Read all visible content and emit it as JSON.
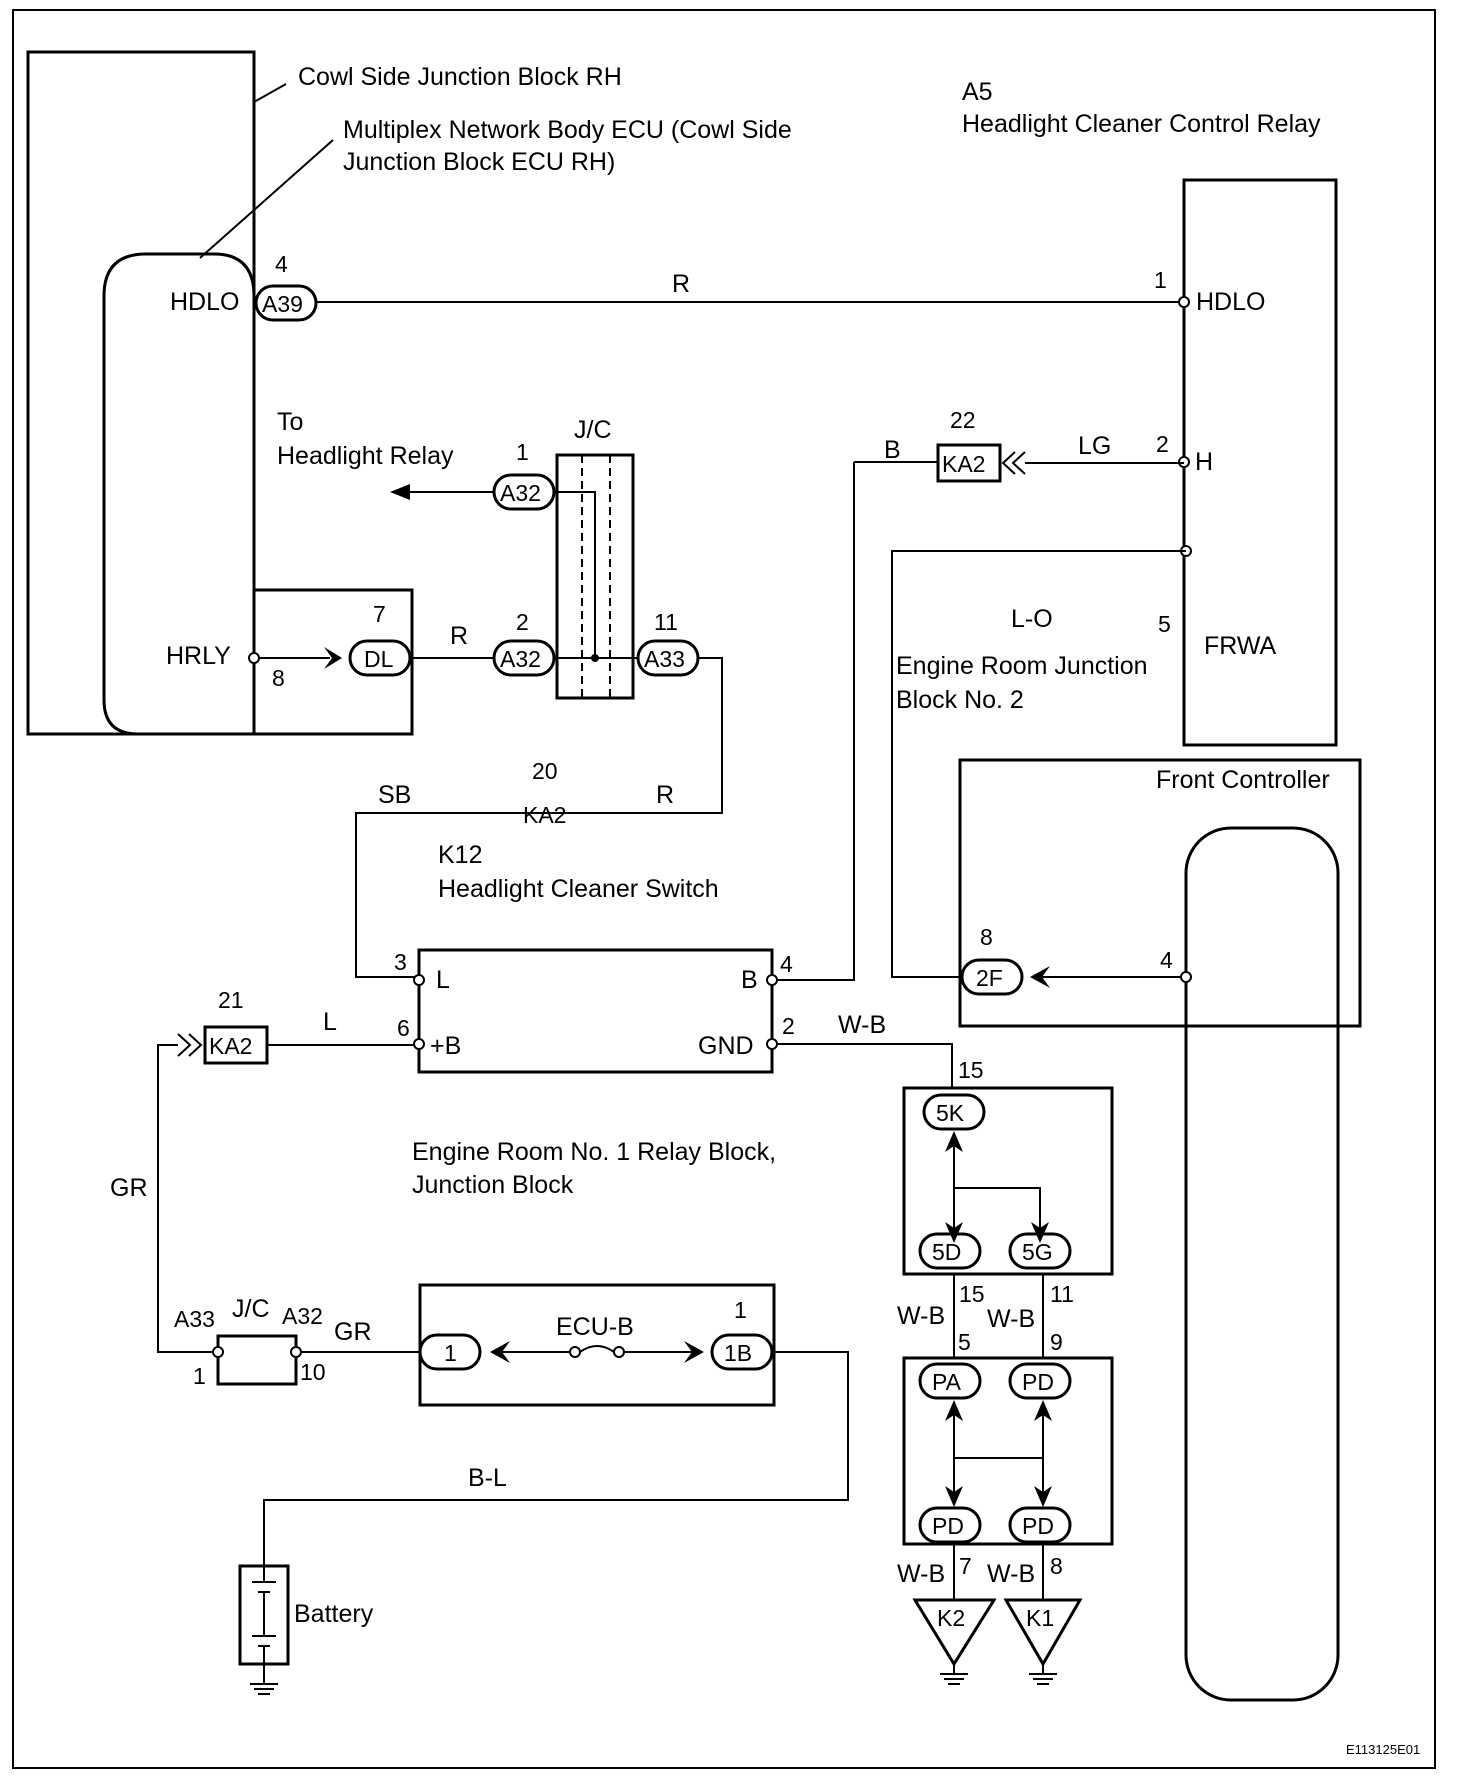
{
  "components": {
    "cowl_block": "Cowl Side Junction Block RH",
    "ecu_line1": "Multiplex Network Body ECU (Cowl Side",
    "ecu_line2": "Junction Block ECU RH)",
    "a5_code": "A5",
    "a5_name": "Headlight Cleaner Control Relay",
    "to_relay_line1": "To",
    "to_relay_line2": "Headlight Relay",
    "jc": "J/C",
    "erjb_line1": "Engine Room Junction",
    "erjb_line2": "Block No. 2",
    "front_controller": "Front Controller",
    "k12_code": "K12",
    "k12_name": "Headlight Cleaner Switch",
    "er_relay_line1": "Engine Room No. 1 Relay Block,",
    "er_relay_line2": "Junction Block",
    "battery": "Battery",
    "fuse": "ECU-B",
    "figure_id": "E113125E01"
  },
  "terminals": {
    "hdlo": "HDLO",
    "hrly": "HRLY",
    "relay_hdlo": "HDLO",
    "relay_h": "H",
    "relay_frwa": "FRWA",
    "sw_l": "L",
    "sw_b": "B",
    "sw_plusb": "+B",
    "sw_gnd": "GND"
  },
  "connectors": {
    "a39": "A39",
    "a32_top": "A32",
    "a32_mid": "A32",
    "a33_mid": "A33",
    "dl": "DL",
    "ka2_top": "KA2",
    "ka2_mid": "KA2",
    "ka2_left": "KA2",
    "c2f": "2F",
    "c5k": "5K",
    "c5d": "5D",
    "c5g": "5G",
    "pa": "PA",
    "pd1": "PD",
    "pd2": "PD",
    "pd3": "PD",
    "c1": "1",
    "c1b": "1B",
    "jc2_a33": "A33",
    "jc2_a32": "A32",
    "k2": "K2",
    "k1": "K1"
  },
  "pins": {
    "p4_a39": "4",
    "p1_hdlo": "1",
    "p1_a32": "1",
    "p22_ka2": "22",
    "p2_h": "2",
    "p7_dl": "7",
    "p8_hrly": "8",
    "p2_a32": "2",
    "p11_a33": "11",
    "p5_frwa": "5",
    "p20_ka2": "20",
    "p8_2f": "8",
    "p4_fc": "4",
    "p3_l": "3",
    "p4_b": "4",
    "p6_plusb": "6",
    "p2_gnd": "2",
    "p21_ka2": "21",
    "p15_5k": "15",
    "p15_5d": "15",
    "p11_5g": "11",
    "p5_pa": "5",
    "p9_pd": "9",
    "p7_k2": "7",
    "p8_k1": "8",
    "p1_jc_left": "1",
    "p10_jc_right": "10",
    "p1_1b": "1"
  },
  "wires": {
    "r_top": "R",
    "b_ka2": "B",
    "lg": "LG",
    "r_dl": "R",
    "lo": "L-O",
    "sb": "SB",
    "r_switch": "R",
    "l_plusb": "L",
    "wb_gnd": "W-B",
    "gr_left": "GR",
    "gr_jc": "GR",
    "wb_5d": "W-B",
    "wb_5g": "W-B",
    "bl": "B-L",
    "wb_k2": "W-B",
    "wb_k1": "W-B"
  }
}
